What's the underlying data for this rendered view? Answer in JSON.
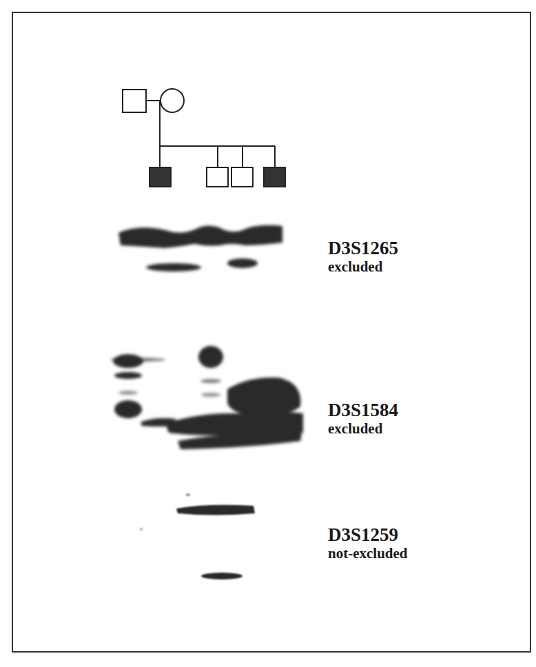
{
  "diagram": {
    "labels": [
      "D3S1265",
      "excluded",
      "D3S1584",
      "excluded",
      "D3S1259",
      "not-excluded"
    ]
  }
}
